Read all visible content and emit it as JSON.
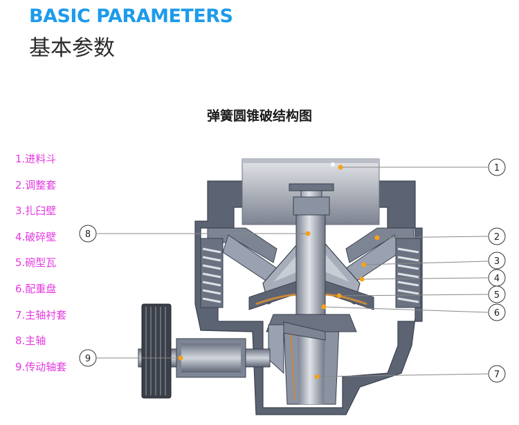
{
  "header": {
    "title_en": "BASIC PARAMETERS",
    "title_cn": "基本参数"
  },
  "diagram": {
    "title": "弹簧圆锥破结构图",
    "legend": [
      "1.进料斗",
      "2.调整套",
      "3.扎臼壁",
      "4.破碎壁",
      "5.碗型瓦",
      "6.配重盘",
      "7.主轴衬套",
      "8.主轴",
      "9.传动轴套"
    ],
    "callouts": [
      "1",
      "2",
      "3",
      "4",
      "5",
      "6",
      "7",
      "8",
      "9"
    ]
  },
  "colors": {
    "header_blue": "#1d9bea",
    "legend_magenta": "#e43ae1",
    "marker_orange": "#f5a21a",
    "steel_dark": "#4a5262",
    "steel_mid": "#8b93a3",
    "steel_light": "#c8ccd4"
  }
}
